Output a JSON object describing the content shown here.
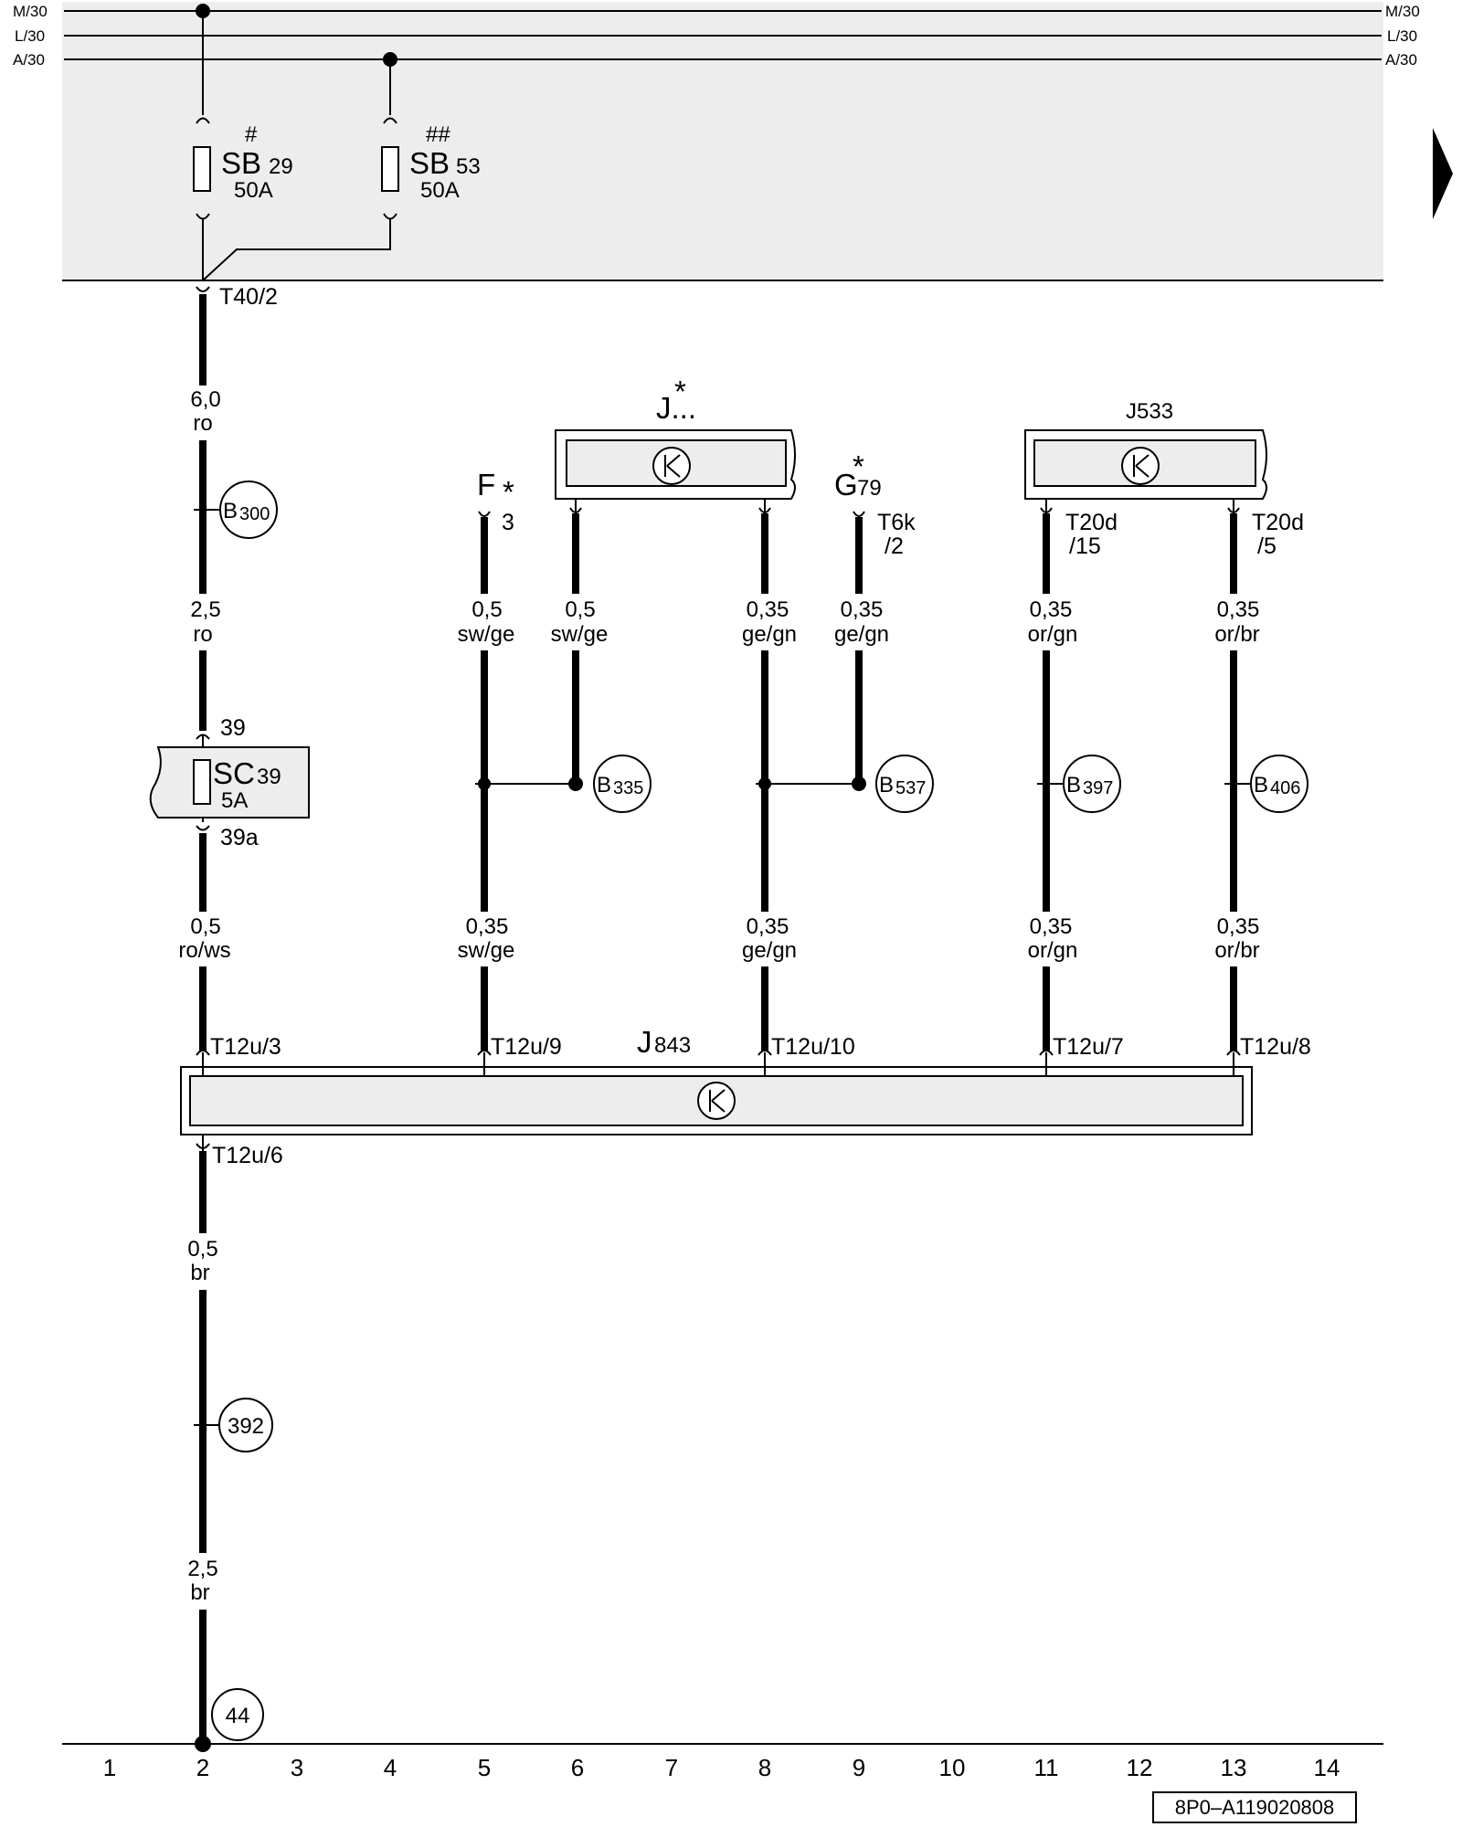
{
  "bus_lines": [
    {
      "left": "M/30",
      "right": "M/30"
    },
    {
      "left": "L/30",
      "right": "L/30"
    },
    {
      "left": "A/30",
      "right": "A/30"
    }
  ],
  "fuses": [
    {
      "mark": "#",
      "name": "SB",
      "num": "29",
      "rating": "50A"
    },
    {
      "mark": "##",
      "name": "SB",
      "num": "53",
      "rating": "50A"
    }
  ],
  "terminal_main": "T40/2",
  "wires": {
    "w1": [
      "6,0",
      "ro"
    ],
    "w2": [
      "2,5",
      "ro"
    ],
    "w3": [
      "0,5",
      "ro/ws"
    ],
    "w4": [
      "0,5",
      "br"
    ],
    "w5": [
      "2,5",
      "br"
    ],
    "f_top": [
      "0,5",
      "sw/ge"
    ],
    "j_left": [
      "0,5",
      "sw/ge"
    ],
    "j_right": [
      "0,35",
      "ge/gn"
    ],
    "g_top": [
      "0,35",
      "ge/gn"
    ],
    "j533_left": [
      "0,35",
      "or/gn"
    ],
    "j533_right": [
      "0,35",
      "or/br"
    ],
    "c5_bot": [
      "0,35",
      "sw/ge"
    ],
    "c8_bot": [
      "0,35",
      "ge/gn"
    ],
    "c11_bot": [
      "0,35",
      "or/gn"
    ],
    "c13_bot": [
      "0,35",
      "or/br"
    ]
  },
  "badges": {
    "b300": [
      "B",
      "300"
    ],
    "b335": [
      "B",
      "335"
    ],
    "b537": [
      "B",
      "537"
    ],
    "b397": [
      "B",
      "397"
    ],
    "b406": [
      "B",
      "406"
    ],
    "n392": "392",
    "n44": "44"
  },
  "components": {
    "j_star": {
      "name": "J...",
      "star": "*"
    },
    "j533": {
      "name": "J533"
    },
    "f": {
      "name": "F",
      "star": "*",
      "pin": "3"
    },
    "g79": {
      "name": "G",
      "num": "79",
      "star": "*",
      "pin1": "T6k",
      "pin2": "/2"
    },
    "j533_pins": [
      "T20d",
      "/15",
      "T20d",
      "/5"
    ],
    "sc39": {
      "name": "SC",
      "num": "39",
      "rating": "5A",
      "pin_top": "39",
      "pin_bottom": "39a"
    },
    "j843": {
      "name": "J",
      "num": "843"
    }
  },
  "j843_pins": [
    "T12u/3",
    "T12u/9",
    "T12u/10",
    "T12u/7",
    "T12u/8",
    "T12u/6"
  ],
  "columns": [
    "1",
    "2",
    "3",
    "4",
    "5",
    "6",
    "7",
    "8",
    "9",
    "10",
    "11",
    "12",
    "13",
    "14"
  ],
  "doc_id": "8P0–A119020808"
}
